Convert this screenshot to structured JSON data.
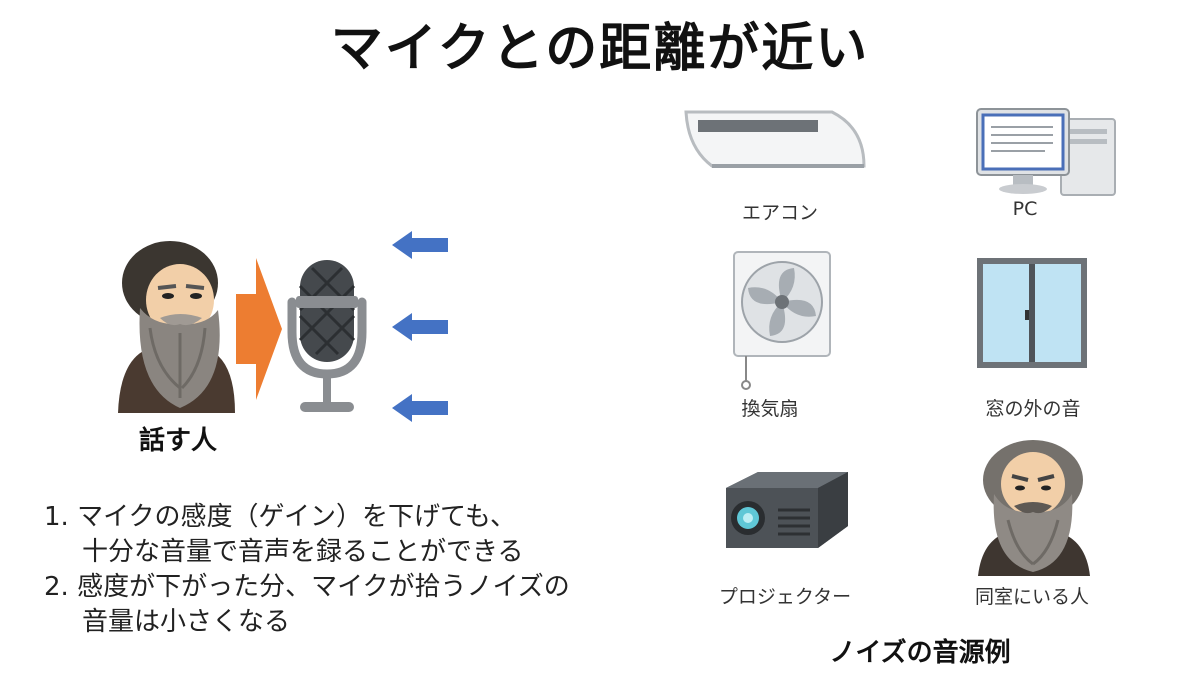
{
  "title": "マイクとの距離が近い",
  "speaker": {
    "caption": "話す人"
  },
  "points": [
    {
      "number": "1.",
      "lines": [
        "マイクの感度（ゲイン）を下げても、",
        "十分な音量で音声を録ることができる"
      ]
    },
    {
      "number": "2.",
      "lines": [
        "感度が下がった分、マイクが拾うノイズの",
        "音量は小さくなる"
      ]
    }
  ],
  "noise_sources": {
    "caption": "ノイズの音源例",
    "items": [
      {
        "label": "エアコン",
        "icon": "air-conditioner-icon"
      },
      {
        "label": "PC",
        "icon": "desktop-pc-icon"
      },
      {
        "label": "換気扇",
        "icon": "ventilation-fan-icon"
      },
      {
        "label": "窓の外の音",
        "icon": "window-icon"
      },
      {
        "label": "プロジェクター",
        "icon": "projector-icon"
      },
      {
        "label": "同室にいる人",
        "icon": "person-icon"
      }
    ]
  },
  "colors": {
    "voice_arrow": "#ED7D31",
    "noise_arrow": "#4472C4"
  }
}
